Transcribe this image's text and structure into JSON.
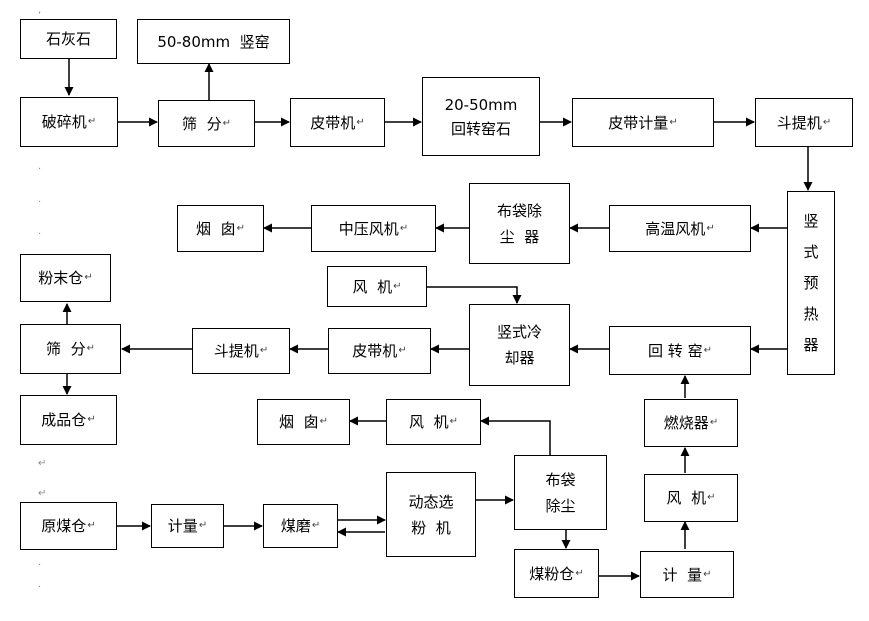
{
  "nodes": {
    "limestone": "石灰石",
    "kiln_stone_50_80": "50-80mm  竖窑",
    "crusher": "破碎机",
    "screen_1": "筛  分",
    "belt_conveyor_1": "皮带机",
    "rotary_kiln_stone_line1": "20-50mm",
    "rotary_kiln_stone_line2": "回转窑石",
    "belt_scale": "皮带计量",
    "bucket_elevator_1": "斗提机",
    "chimney_1": "烟  囱",
    "medium_pressure_fan": "中压风机",
    "bag_filter_1_line1": "布袋除",
    "bag_filter_1_line2": "尘  器",
    "high_temp_fan": "高温风机",
    "vertical_preheater": [
      "竖",
      "式",
      "预",
      "热",
      "器"
    ],
    "powder_silo": "粉末仓",
    "fan_top": "风  机",
    "screen_2": "筛  分",
    "bucket_elevator_2": "斗提机",
    "belt_conveyor_2": "皮带机",
    "vertical_cooler_line1": "竖式冷",
    "vertical_cooler_line2": "却器",
    "rotary_kiln": "回 转 窑",
    "product_silo": "成品仓",
    "chimney_2": "烟  囱",
    "fan_mid": "风  机",
    "burner": "燃烧器",
    "raw_coal_silo": "原煤仓",
    "metering_1": "计量",
    "coal_mill": "煤磨",
    "dynamic_separator_line1": "动态选",
    "dynamic_separator_line2": "粉  机",
    "bag_filter_2_line1": "布袋",
    "bag_filter_2_line2": "除尘",
    "fan_bottom": "风  机",
    "pulverized_coal_silo": "煤粉仓",
    "metering_2": "计  量"
  },
  "return_mark": "↵"
}
